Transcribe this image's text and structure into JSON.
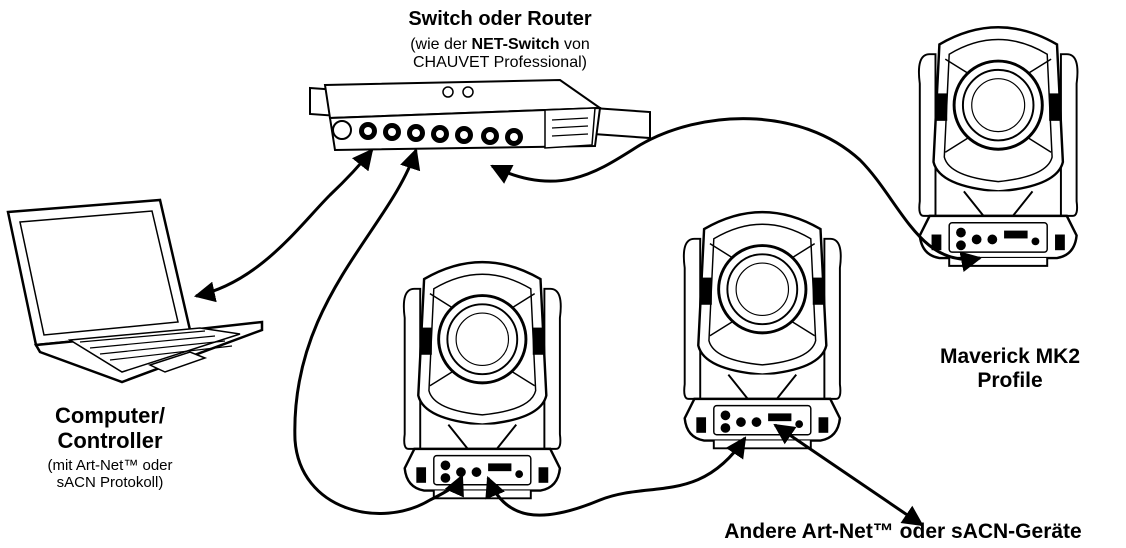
{
  "labels": {
    "switch_title": "Switch oder Router",
    "switch_sub_prefix": "(wie der ",
    "switch_sub_bold": "NET-Switch",
    "switch_sub_suffix": " von",
    "switch_sub_line2": "CHAUVET Professional)",
    "pc_title_line1": "Computer/",
    "pc_title_line2": "Controller",
    "pc_sub_line1": "(mit Art-Net™ oder",
    "pc_sub_line2": "sACN Protokoll)",
    "mav_line1": "Maverick MK2",
    "mav_line2": "Profile",
    "other_devices": "Andere Art-Net™ oder sACN-Geräte"
  },
  "colors": {
    "line": "#000000",
    "fill": "#ffffff"
  },
  "icons": [
    "network-switch-icon",
    "laptop-icon",
    "moving-head-fixture-icon",
    "arrow-icon"
  ]
}
